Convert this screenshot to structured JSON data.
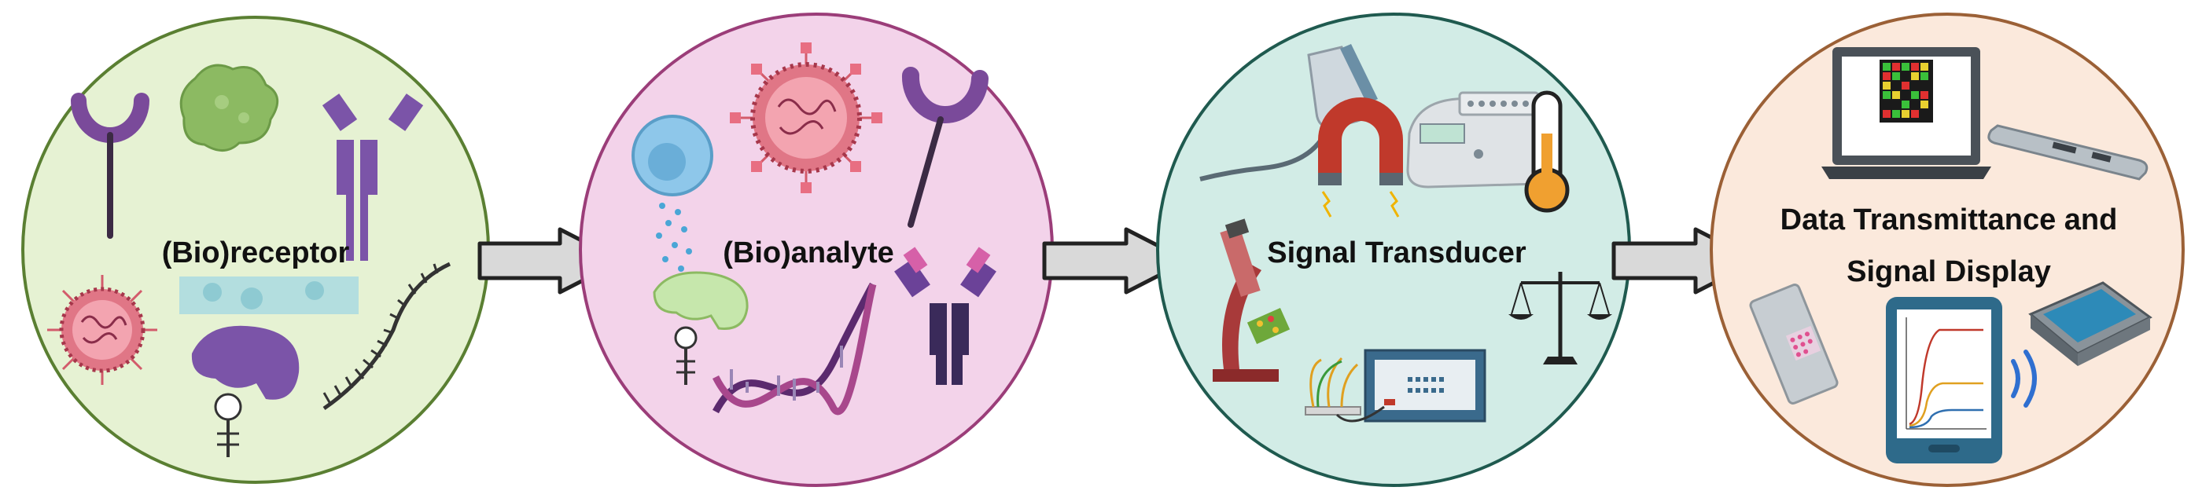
{
  "stages": [
    {
      "label_lines": [
        "(Bio)receptor"
      ],
      "fill": "#e6f2d3",
      "stroke": "#5a7f32"
    },
    {
      "label_lines": [
        "(Bio)analyte"
      ],
      "fill": "#f3d3ea",
      "stroke": "#9b3d79"
    },
    {
      "label_lines": [
        "Signal Transducer"
      ],
      "fill": "#d2ece6",
      "stroke": "#1f5a4f"
    },
    {
      "label_lines": [
        "Data Transmittance and",
        "Signal Display"
      ],
      "fill": "#fbe9dc",
      "stroke": "#9b6036"
    }
  ],
  "arrow_style": {
    "fill": "#d9d9d9",
    "stroke": "#222222"
  },
  "icons": {
    "receptor": [
      "aptamer-hook-icon",
      "enzyme-protein-icon",
      "antibody-icon",
      "virus-icon",
      "cell-membrane-icon",
      "enzyme-aptamer-icon",
      "dna-strand-icon"
    ],
    "analyte": [
      "virus-icon",
      "aptamer-hook-icon",
      "cell-icon",
      "enzyme-aptamer-icon",
      "dna-helix-icon",
      "antibody-icon"
    ],
    "transducer": [
      "ultrasound-probe-icon",
      "magnet-icon",
      "lab-instrument-icon",
      "thermometer-icon",
      "microscope-icon",
      "balance-scale-icon",
      "electrochemical-analyzer-icon"
    ],
    "display": [
      "laptop-icon",
      "usb-reader-icon",
      "test-strip-icon",
      "tablet-icon",
      "wireless-signal-icon",
      "portable-device-icon"
    ]
  }
}
